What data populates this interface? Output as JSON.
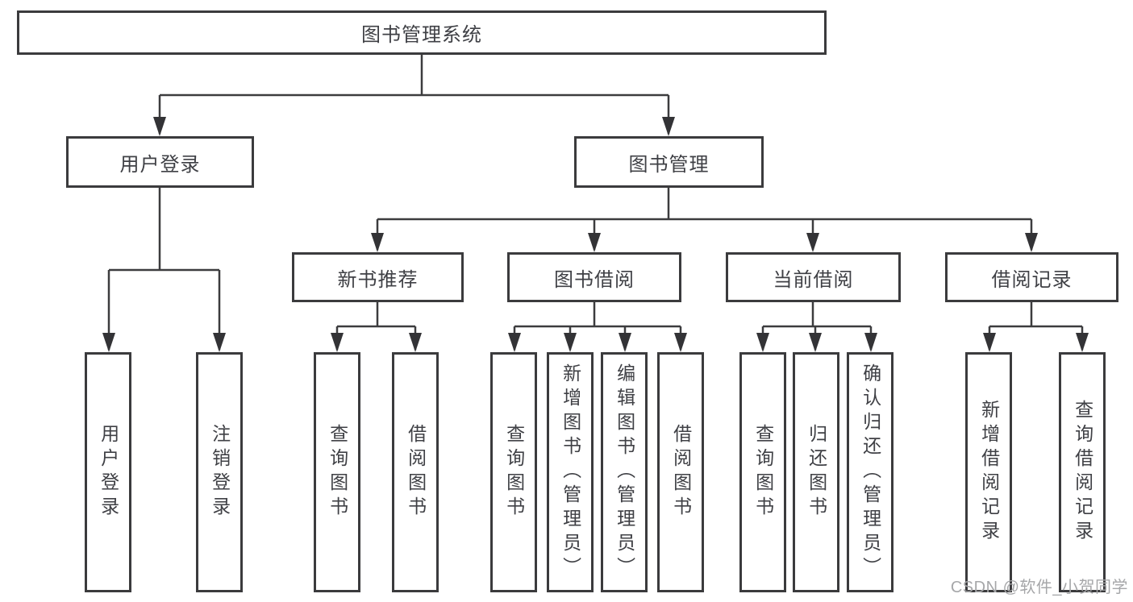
{
  "tree": {
    "root": "图书管理系统",
    "children": [
      {
        "label": "用户登录",
        "children": [
          {
            "label": "用户登录"
          },
          {
            "label": "注销登录"
          }
        ]
      },
      {
        "label": "图书管理",
        "children": [
          {
            "label": "新书推荐",
            "children": [
              {
                "label": "查询图书"
              },
              {
                "label": "借阅图书"
              }
            ]
          },
          {
            "label": "图书借阅",
            "children": [
              {
                "label": "查询图书"
              },
              {
                "label": "新增图书（管理员）"
              },
              {
                "label": "编辑图书（管理员）"
              },
              {
                "label": "借阅图书"
              }
            ]
          },
          {
            "label": "当前借阅",
            "children": [
              {
                "label": "查询图书"
              },
              {
                "label": "归还图书"
              },
              {
                "label": "确认归还（管理员）"
              }
            ]
          },
          {
            "label": "借阅记录",
            "children": [
              {
                "label": "新增借阅记录"
              },
              {
                "label": "查询借阅记录"
              }
            ]
          }
        ]
      }
    ]
  },
  "watermark": "CSDN @软件_小贺同学",
  "theme": {
    "line_color": "#3c3c3e",
    "text_color": "#3f4045",
    "watermark_color": "#a6a7a9",
    "background": "#ffffff"
  }
}
